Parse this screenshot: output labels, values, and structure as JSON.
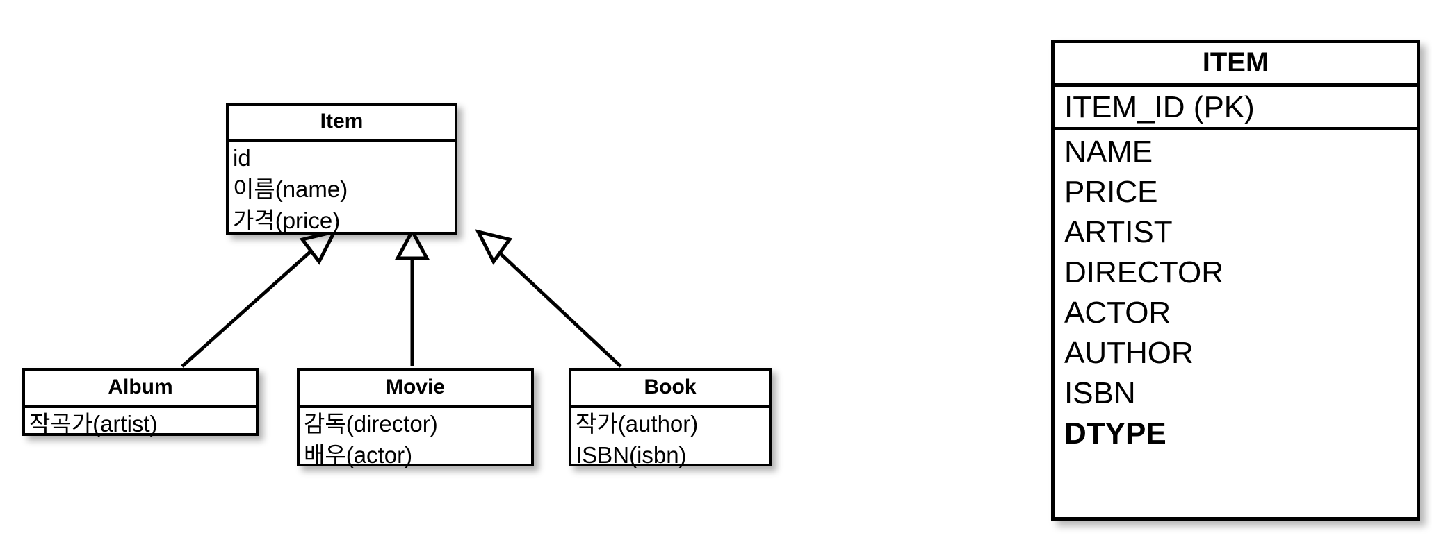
{
  "diagram": {
    "kind": "uml-class-to-table-mapping",
    "colors": {
      "line": "#000000",
      "fill": "#ffffff",
      "shadow": "rgba(0,0,0,0.30)"
    },
    "classes": [
      {
        "id": "item",
        "name": "Item",
        "role": "superclass",
        "attributes": [
          "id",
          "이름(name)",
          "가격(price)"
        ]
      },
      {
        "id": "album",
        "name": "Album",
        "role": "subclass",
        "attributes": [
          "작곡가(artist)"
        ]
      },
      {
        "id": "movie",
        "name": "Movie",
        "role": "subclass",
        "attributes": [
          "감독(director)",
          "배우(actor)"
        ]
      },
      {
        "id": "book",
        "name": "Book",
        "role": "subclass",
        "attributes": [
          "작가(author)",
          "ISBN(isbn)"
        ]
      }
    ],
    "relationships": [
      {
        "type": "generalization",
        "from": "Album",
        "to": "Item",
        "arrow": "hollow-triangle"
      },
      {
        "type": "generalization",
        "from": "Movie",
        "to": "Item",
        "arrow": "hollow-triangle"
      },
      {
        "type": "generalization",
        "from": "Book",
        "to": "Item",
        "arrow": "hollow-triangle"
      }
    ]
  },
  "table": {
    "name": "ITEM",
    "primary_key": "ITEM_ID (PK)",
    "columns": [
      {
        "label": "NAME",
        "bold": false
      },
      {
        "label": "PRICE",
        "bold": false
      },
      {
        "label": "ARTIST",
        "bold": false
      },
      {
        "label": "DIRECTOR",
        "bold": false
      },
      {
        "label": "ACTOR",
        "bold": false
      },
      {
        "label": "AUTHOR",
        "bold": false
      },
      {
        "label": "ISBN",
        "bold": false
      },
      {
        "label": "DTYPE",
        "bold": true
      }
    ]
  }
}
